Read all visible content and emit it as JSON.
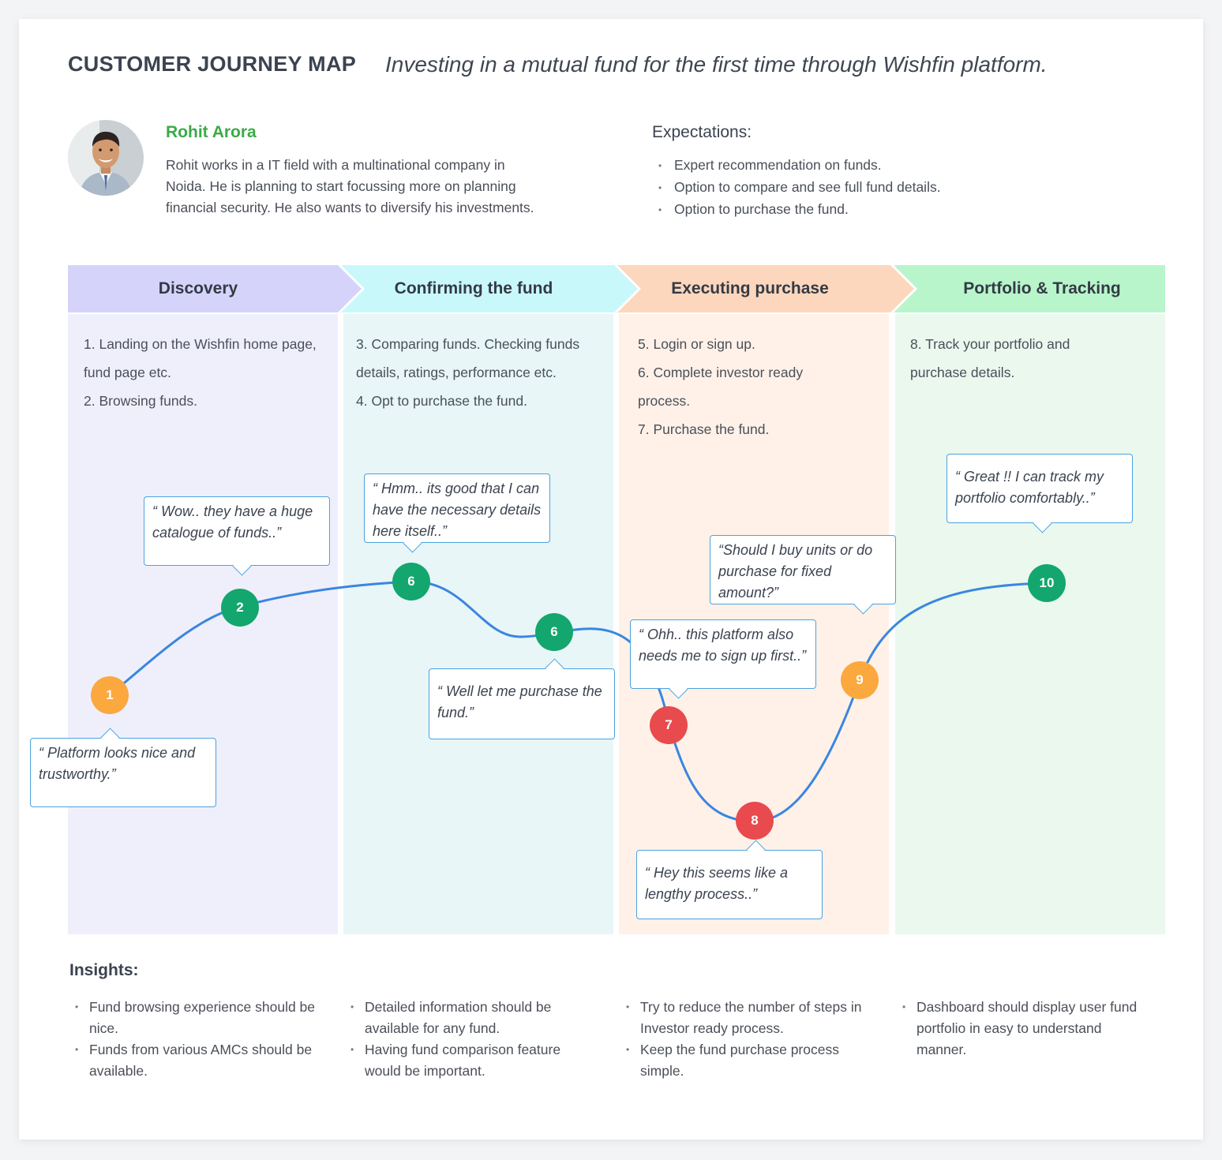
{
  "header": {
    "title": "CUSTOMER JOURNEY MAP",
    "subtitle": "Investing in a mutual fund for the first time through Wishfin platform."
  },
  "persona": {
    "name": "Rohit Arora",
    "description": "Rohit works in a IT field with a multinational company in Noida. He is planning to start focussing more on planning financial security. He also wants to diversify his investments."
  },
  "expectations": {
    "title": "Expectations:",
    "items": [
      "Expert recommendation on funds.",
      "Option to compare and see full fund details.",
      "Option to purchase the fund."
    ]
  },
  "phases": [
    {
      "label": "Discovery",
      "header_color": "#d6d3fb",
      "body_color": "#efeffc",
      "steps": [
        "1. Landing on the Wishfin home page, fund page etc.",
        "2. Browsing funds."
      ]
    },
    {
      "label": "Confirming the fund",
      "header_color": "#c9f8fb",
      "body_color": "#e8f6f7",
      "steps": [
        "3. Comparing funds. Checking funds details, ratings, performance etc.",
        "4. Opt to purchase the fund."
      ]
    },
    {
      "label": "Executing purchase",
      "header_color": "#fdd7bd",
      "body_color": "#fff1e8",
      "steps": [
        "5. Login or sign up.",
        "6. Complete investor ready process.",
        "7. Purchase the fund."
      ]
    },
    {
      "label": "Portfolio & Tracking",
      "header_color": "#b9f5cb",
      "body_color": "#eaf8ee",
      "steps": [
        "8. Track your portfolio and purchase details."
      ]
    }
  ],
  "nodes": [
    "1",
    "2",
    "6",
    "6",
    "7",
    "8",
    "9",
    "10"
  ],
  "quotes": [
    "“ Platform looks nice and trustworthy.”",
    "“ Wow.. they have a huge catalogue of funds..”",
    "“ Hmm.. its good that I can have the necessary details here itself..”",
    "“ Well let me purchase the fund.”",
    "“ Ohh.. this platform also needs me to sign up first..”",
    "“ Hey this seems like a lengthy process..”",
    "“Should I buy units or do purchase for fixed amount?”",
    "“ Great !! I can track my portfolio comfortably..”"
  ],
  "colors": {
    "line": "#3a86e0",
    "positive": "#13a66e",
    "neutral": "#fba83e",
    "negative": "#e84a4d",
    "bubble_border": "#4aa3df"
  },
  "insights": {
    "title": "Insights:",
    "columns": [
      [
        "Fund browsing experience should be nice.",
        "Funds from various AMCs should be available."
      ],
      [
        "Detailed information should be available for any fund.",
        "Having fund comparison feature would be important."
      ],
      [
        "Try to reduce the number of steps in Investor ready process.",
        "Keep the fund purchase process simple."
      ],
      [
        "Dashboard should display user fund portfolio in easy to understand manner."
      ]
    ]
  }
}
